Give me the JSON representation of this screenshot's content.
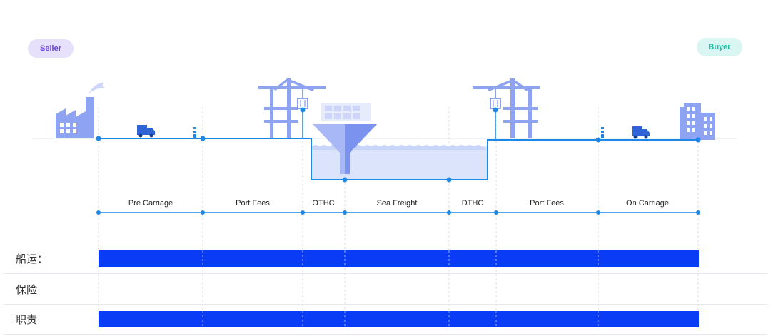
{
  "parties": {
    "seller": "Seller",
    "buyer": "Buyer"
  },
  "segments": [
    "Pre Carriage",
    "Port Fees",
    "OTHC",
    "Sea Freight",
    "DTHC",
    "Port Fees",
    "On Carriage"
  ],
  "rows": [
    {
      "label": "船运：",
      "covered": true
    },
    {
      "label": "保险",
      "covered": false
    },
    {
      "label": "职责",
      "covered": true
    }
  ],
  "colors": {
    "accent": "#1e88e5",
    "bar": "#0a3cf5",
    "illustration": "#8fa3f3",
    "water": "#dce4fb"
  },
  "icons": [
    "factory-icon",
    "truck-icon",
    "crane-icon",
    "ship-icon",
    "funnel-icon",
    "buildings-icon",
    "marker-post-icon"
  ]
}
